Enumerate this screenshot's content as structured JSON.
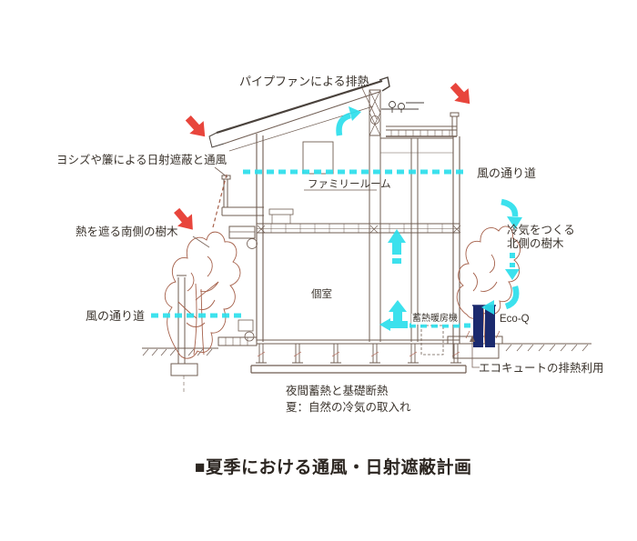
{
  "diagram": {
    "title": "■夏季における通風・日射遮蔽計画",
    "labels": {
      "pipe_fan": "パイプファンによる排熱",
      "yoshizu": "ヨシズや簾による日射遮蔽と通風",
      "wind_path_right": "風の通り道",
      "family_room": "ファミリールーム",
      "south_trees": "熱を遮る南側の樹木",
      "cool_air_line1": "冷気をつくる",
      "cool_air_line2": "北側の樹木",
      "private_room": "個室",
      "wind_path_left": "風の通り道",
      "storage_heater": "蓄熱暖房機",
      "ecoq_unit": "Eco-Q",
      "ecocute_heat": "エコキュートの排熱利用",
      "foundation_line1": "夜間蓄熱と基礎断熱",
      "foundation_line2": "夏：自然の冷気の取入れ"
    },
    "colors": {
      "airflow_cyan": "#2cdfec",
      "solar_red": "#e8453c",
      "drawing_line": "#6f5c51",
      "dark_line": "#4a423c",
      "tree_brown": "#a5604a",
      "ecocute_navy": "#1b2a6e",
      "text": "#3a332c"
    }
  }
}
